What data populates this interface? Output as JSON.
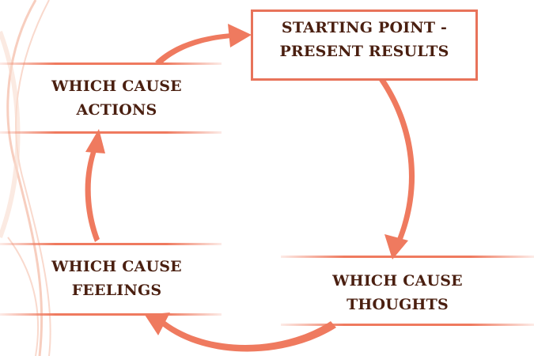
{
  "colors": {
    "accent": "#ef7a5f",
    "accent_dark": "#e86a4f",
    "text": "#4a1f10",
    "decor": "#f6c9b8"
  },
  "nodes": {
    "start": {
      "line1": "STARTING POINT -",
      "line2": "PRESENT RESULTS"
    },
    "thoughts": {
      "line1": "WHICH CAUSE",
      "line2": "THOUGHTS"
    },
    "feelings": {
      "line1": "WHICH CAUSE",
      "line2": "FEELINGS"
    },
    "actions": {
      "line1": "WHICH CAUSE",
      "line2": "ACTIONS"
    }
  }
}
